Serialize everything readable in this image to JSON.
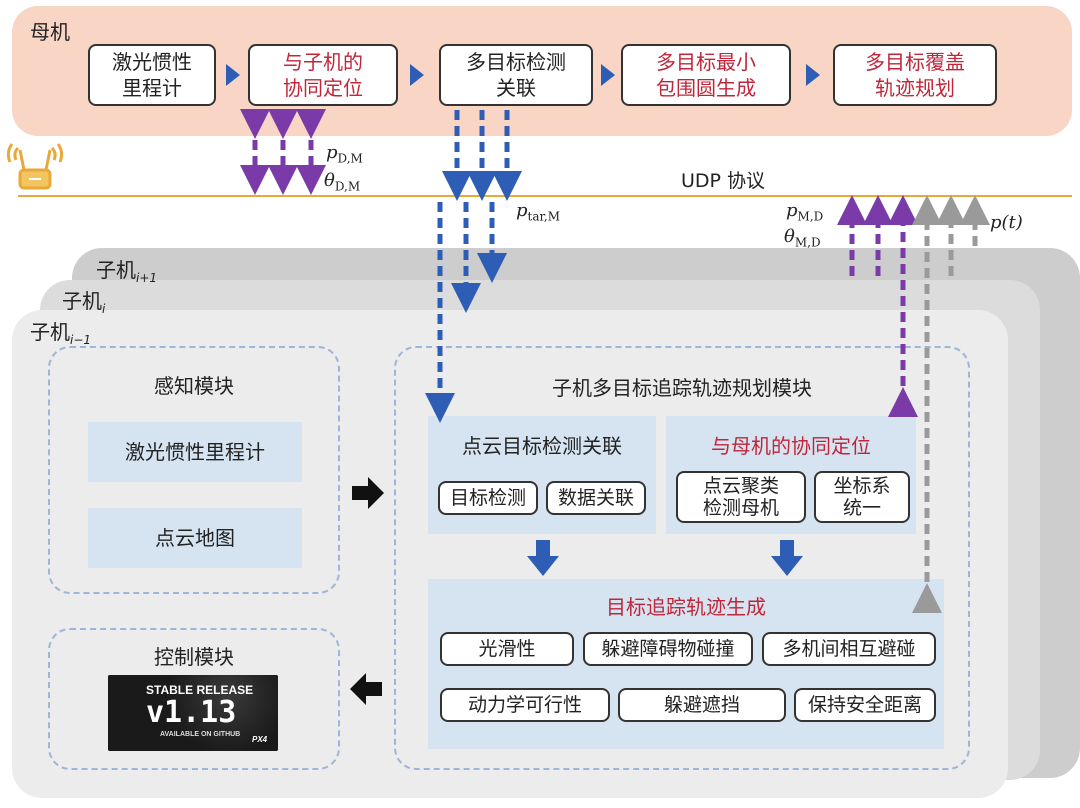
{
  "mother": {
    "title": "母机",
    "boxes": [
      {
        "label": "激光惯性\n里程计",
        "color": "black"
      },
      {
        "label": "与子机的\n协同定位",
        "color": "red"
      },
      {
        "label": "多目标检测\n关联",
        "color": "black"
      },
      {
        "label": "多目标最小\n包围圆生成",
        "color": "red"
      },
      {
        "label": "多目标覆盖\n轨迹规划",
        "color": "red"
      }
    ]
  },
  "link": {
    "protocol": "UDP 协议",
    "p_dm": "p",
    "p_dm_sub": "D,M",
    "theta_dm": "θ",
    "theta_dm_sub": "D,M",
    "p_tar": "p",
    "p_tar_sub": "tar,M",
    "p_md": "p",
    "p_md_sub": "M,D",
    "theta_md": "θ",
    "theta_md_sub": "M,D",
    "pt": "p(t)"
  },
  "children": {
    "back": {
      "name": "子机",
      "sub": "i+1"
    },
    "mid": {
      "name": "子机",
      "sub": "i"
    },
    "front": {
      "name": "子机",
      "sub": "i−1"
    }
  },
  "perception": {
    "title": "感知模块",
    "items": [
      "激光惯性里程计",
      "点云地图"
    ]
  },
  "control": {
    "title": "控制模块",
    "badge": {
      "line1": "STABLE RELEASE",
      "version": "v1.13",
      "line3": "AVAILABLE ON GITHUB",
      "logo": "PX4"
    }
  },
  "planning": {
    "title": "子机多目标追踪轨迹规划模块",
    "detection": {
      "title": "点云目标检测关联",
      "items": [
        "目标检测",
        "数据关联"
      ]
    },
    "coop": {
      "title": "与母机的协同定位",
      "items": [
        "点云聚类\n检测母机",
        "坐标系\n统一"
      ]
    },
    "gen": {
      "title": "目标追踪轨迹生成",
      "row1": [
        "光滑性",
        "躲避障碍物碰撞",
        "多机间相互避碰"
      ],
      "row2": [
        "动力学可行性",
        "躲避遮挡",
        "保持安全距离"
      ]
    }
  },
  "colors": {
    "blue_arrow": "#2e5db5",
    "purple_arrow": "#7a3aa8",
    "gray_arrow": "#9a9a9a",
    "red_text": "#c0263a",
    "mother_bg": "#f8d5c4",
    "udp_line": "#e8a93a"
  }
}
